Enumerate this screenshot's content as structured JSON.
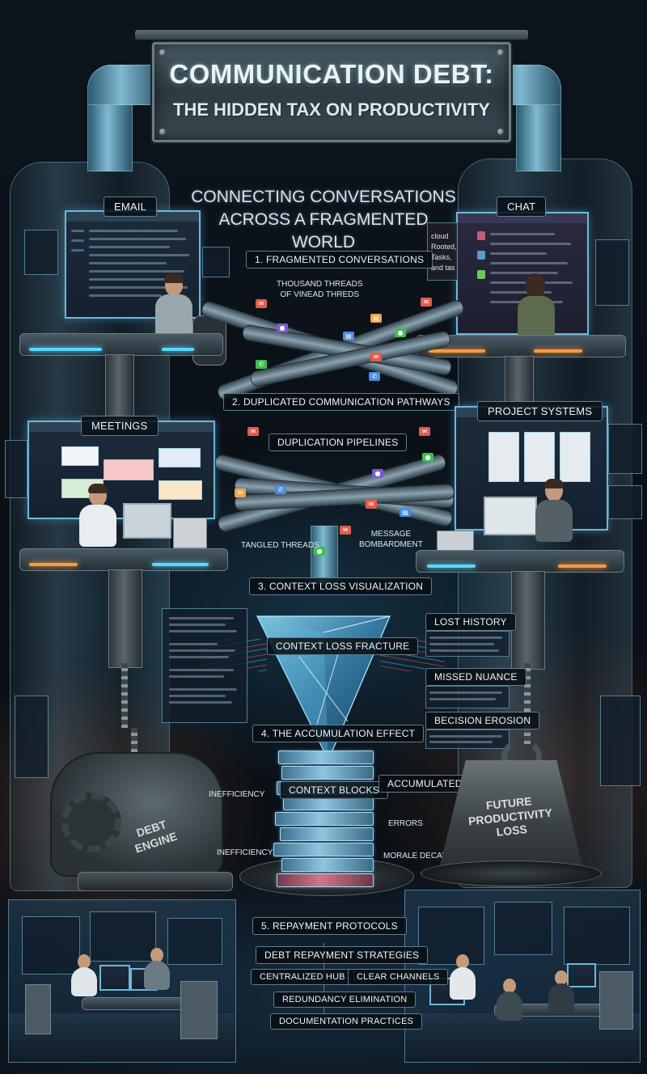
{
  "title": {
    "main": "COMMUNICATION DEBT:",
    "sub": "THE HIDDEN TAX ON PRODUCTIVITY"
  },
  "subtitle": {
    "line1": "CONNECTING CONVERSATIONS",
    "line2": "ACROSS A FRAGMENTED WORLD"
  },
  "stations": {
    "email": "EMAIL",
    "chat": "CHAT",
    "meetings": "MEETINGS",
    "project_systems": "PROJECT SYSTEMS"
  },
  "chat_screen_text": [
    "cloud",
    "Rooted,",
    "Tasks,",
    "and tas"
  ],
  "sections": {
    "s1": "1. FRAGMENTED CONVERSATIONS",
    "s1_note_line1": "THOUSAND THREADS",
    "s1_note_line2": "OF VINEAD THREDS",
    "s2": "2. DUPLICATED COMMUNICATION PATHWAYS",
    "s2_pipelines": "DUPLICATION PIPELINES",
    "s2_tangled": "TANGLED THREADS",
    "s2_bombardment_line1": "MESSAGE",
    "s2_bombardment_line2": "BOMBARDMENT",
    "s3": "3. CONTEXT LOSS VISUALIZATION",
    "s3_fracture": "CONTEXT LOSS FRACTURE",
    "s3_lost_history": "LOST HISTORY",
    "s3_missed_nuance": "MISSED NUANCE",
    "s3_decision_erosion": "BECISION EROSION",
    "s4": "4. THE ACCUMULATION EFFECT",
    "s4_blocks": "CONTEXT BLOCKS",
    "s4_inefficiency_top": "INEFFICIENCY",
    "s4_inefficiency_bottom": "INEFFICIENCY",
    "s4_debt": "ACCUMULATED DEBT",
    "s4_errors": "ERRORS",
    "s4_morale": "MORALE DECAY",
    "s5": "5. REPAYMENT PROTOCOLS",
    "s5_strategies": "DEBT REPAYMENT STRATEGIES",
    "s5_hub": "CENTRALIZED HUB",
    "s5_channels": "CLEAR CHANNELS",
    "s5_redundancy": "REDUNDANCY ELIMINATION",
    "s5_documentation": "DOCUMENTATION PRACTICES"
  },
  "engine": {
    "line1": "DEBT",
    "line2": "ENGINE"
  },
  "weight": {
    "line1": "FUTURE",
    "line2": "PRODUCTIVITY",
    "line3": "LOSS"
  },
  "colors": {
    "accent_cyan": "#58d8ff",
    "accent_orange": "#ff9a3c",
    "background": "#0b1017"
  },
  "icons": [
    "envelope-icon",
    "chat-bubble-icon",
    "document-icon",
    "phone-icon"
  ]
}
